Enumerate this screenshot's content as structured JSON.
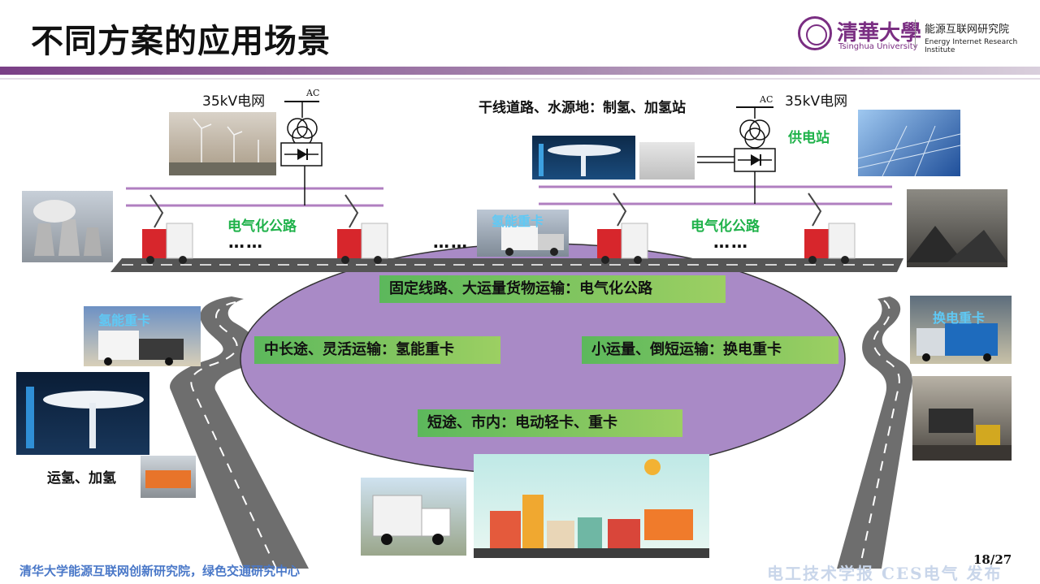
{
  "header": {
    "title": "不同方案的应用场景",
    "university_cn": "清華大學",
    "university_en": "Tsinghua University",
    "institute_cn": "能源互联网研究院",
    "institute_en": "Energy Internet Research Institute"
  },
  "diagram": {
    "grid_left_label": "35kV电网",
    "grid_right_label": "35kV电网",
    "ac_left": "AC",
    "ac_right": "AC",
    "top_center_label": "干线道路、水源地：制氢、加氢站",
    "power_station_label": "供电站",
    "electrified_road_left": "电气化公路",
    "electrified_road_right": "电气化公路",
    "dots_left": "……",
    "dots_mid": "……",
    "dots_right": "……",
    "hydrogen_truck_center": "氢能重卡",
    "hydrogen_truck_left": "氢能重卡",
    "swap_truck_right": "换电重卡",
    "transport_hydrogen": "运氢、加氢",
    "scenarios": {
      "fixed_route": "固定线路、大运量货物运输：电气化公路",
      "medium_long": "中长途、灵活运输：氢能重卡",
      "small_volume": "小运量、倒短运输：换电重卡",
      "short_city": "短途、市内：电动轻卡、重卡"
    }
  },
  "footer": {
    "left": "清华大学能源互联网创新研究院，绿色交通研究中心",
    "watermark": "电工技术学报 CES电气 发布",
    "page": "18/27"
  },
  "colors": {
    "accent_purple": "#7a3f86",
    "ellipse_fill": "#a98ac6",
    "green_label": "#1fb24a",
    "green_box": "#6cbf5a",
    "line_purple": "#b07fc0"
  }
}
